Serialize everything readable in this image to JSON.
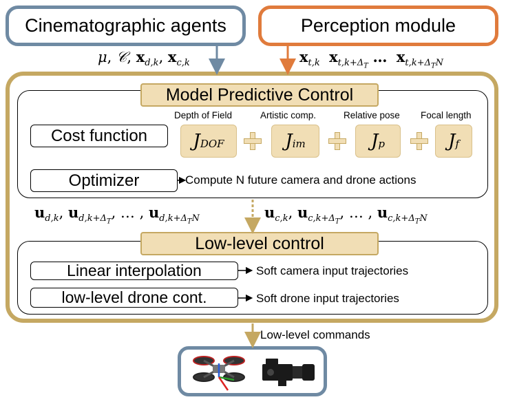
{
  "top": {
    "agents_label": "Cinematographic agents",
    "perception_label": "Perception module"
  },
  "inputs": {
    "agents_math": "μ, 𝒞, x_{d,k}, x_{c,k}",
    "perception_math": "x_{t,k}  x_{t,k+Δ_T}  …  x_{t,k+Δ_T N}"
  },
  "mpc": {
    "title": "Model Predictive Control",
    "cost_label": "Cost function",
    "optimizer_label": "Optimizer",
    "optimizer_output": "Compute N future camera and drone actions",
    "terms": [
      {
        "header": "Depth of Field",
        "main": "J",
        "sub": "DOF"
      },
      {
        "header": "Artistic comp.",
        "main": "J",
        "sub": "im"
      },
      {
        "header": "Relative pose",
        "main": "J",
        "sub": "p"
      },
      {
        "header": "Focal length",
        "main": "J",
        "sub": "f"
      }
    ]
  },
  "between": {
    "drone_actions": "u_{d,k}, u_{d,k+Δ_T}, …, u_{d,k+Δ_T N}",
    "camera_actions": "u_{c,k}, u_{c,k+Δ_T}, …, u_{c,k+Δ_T N}"
  },
  "low_level": {
    "title": "Low-level control",
    "linear_label": "Linear interpolation",
    "linear_output": "Soft camera input trajectories",
    "drone_label": "low-level drone cont.",
    "drone_output": "Soft drone input trajectories"
  },
  "commands_label": "Low-level commands",
  "colors": {
    "slate": "#6F8AA3",
    "orange": "#E07B3C",
    "gold": "#C5A862",
    "tan": "#F1DEB5"
  },
  "icons": [
    "drone-icon",
    "cinema-camera-icon"
  ]
}
